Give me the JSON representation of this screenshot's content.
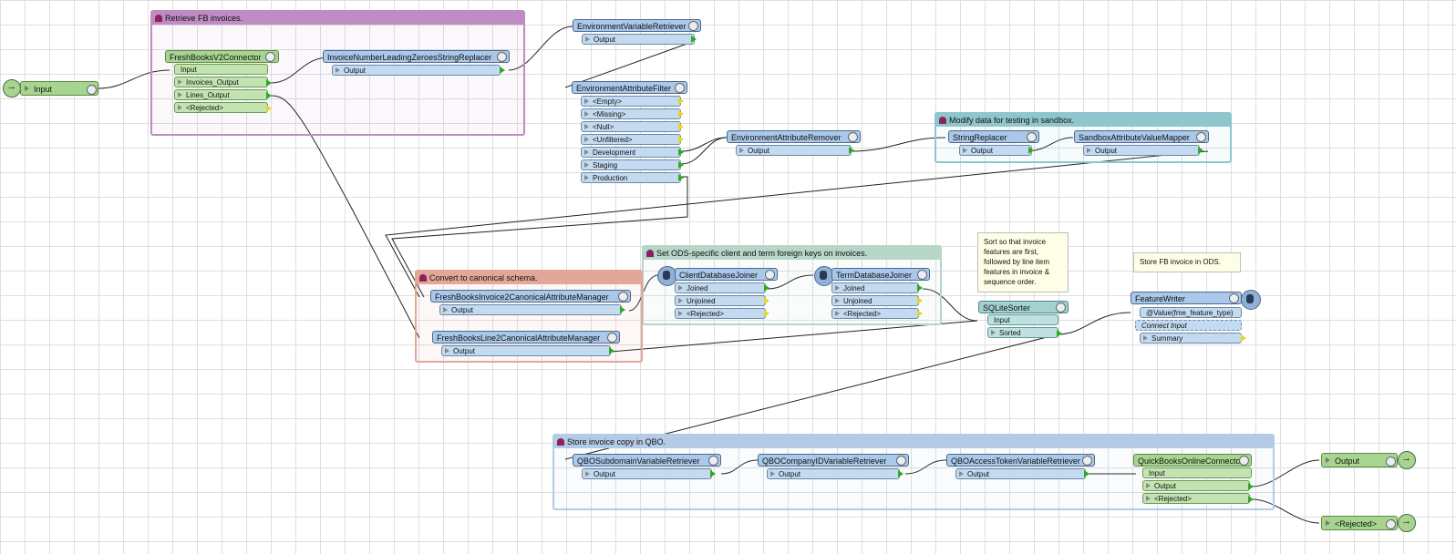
{
  "bookmarks": {
    "retrieve": "Retrieve FB invoices.",
    "sandbox": "Modify data for testing in sandbox.",
    "ods_keys": "Set ODS-specific client and term foreign keys on invoices.",
    "canonical": "Convert to canonical schema.",
    "qbo": "Store invoice copy in QBO."
  },
  "annotations": {
    "sort_note": "Sort so that invoice features are first, followed by line item features in invoice & sequence order.",
    "store_note": "Store FB invoice in ODS."
  },
  "nodes": {
    "input_node": {
      "label": "Input"
    },
    "freshbooks_connector": {
      "title": "FreshBooksV2Connector",
      "ports": [
        "Input",
        "Invoices_Output",
        "Lines_Output",
        "<Rejected>"
      ]
    },
    "invoice_replacer": {
      "title": "InvoiceNumberLeadingZeroesStringReplacer",
      "ports": [
        "Output"
      ]
    },
    "env_retriever": {
      "title": "EnvironmentVariableRetriever",
      "ports": [
        "Output"
      ]
    },
    "env_filter": {
      "title": "EnvironmentAttributeFilter",
      "ports": [
        "<Empty>",
        "<Missing>",
        "<Null>",
        "<Unfiltered>",
        "Development",
        "Staging",
        "Production"
      ]
    },
    "env_remover": {
      "title": "EnvironmentAttributeRemover",
      "ports": [
        "Output"
      ]
    },
    "string_replacer": {
      "title": "StringReplacer",
      "ports": [
        "Output"
      ]
    },
    "sandbox_mapper": {
      "title": "SandboxAttributeValueMapper",
      "ports": [
        "Output"
      ]
    },
    "client_joiner": {
      "title": "ClientDatabaseJoiner",
      "ports": [
        "Joined",
        "Unjoined",
        "<Rejected>"
      ]
    },
    "term_joiner": {
      "title": "TermDatabaseJoiner",
      "ports": [
        "Joined",
        "Unjoined",
        "<Rejected>"
      ]
    },
    "invoice_manager": {
      "title": "FreshBooksInvoice2CanonicalAttributeManager",
      "ports": [
        "Output"
      ]
    },
    "line_manager": {
      "title": "FreshBooksLine2CanonicalAttributeManager",
      "ports": [
        "Output"
      ]
    },
    "sqlite_sorter": {
      "title": "SQLiteSorter",
      "ports": [
        "Input",
        "Sorted"
      ]
    },
    "feature_writer": {
      "title": "FeatureWriter",
      "ports": [
        "@Value(fme_feature_type)",
        "Connect Input",
        "Summary"
      ]
    },
    "qbo_subdomain": {
      "title": "QBOSubdomainVariableRetriever",
      "ports": [
        "Output"
      ]
    },
    "qbo_company": {
      "title": "QBOCompanyIDVariableRetriever",
      "ports": [
        "Output"
      ]
    },
    "qbo_token": {
      "title": "QBOAccessTokenVariableRetriever",
      "ports": [
        "Output"
      ]
    },
    "qbo_connector": {
      "title": "QuickBooksOnlineConnector",
      "ports": [
        "Input",
        "Output",
        "<Rejected>"
      ]
    },
    "output_node": {
      "label": "Output"
    },
    "rejected_node": {
      "label": "<Rejected>"
    }
  },
  "colors": {
    "transformer": "#a9c8ea",
    "input_output": "#a7d58f",
    "sorter": "#a2d1cf",
    "bookmark_retrieve": "#c08ac2",
    "bookmark_sandbox": "#8fc6cd",
    "bookmark_ods": "#b6d6c8",
    "bookmark_canonical": "#e3a79a",
    "bookmark_qbo": "#b4cbe6"
  }
}
